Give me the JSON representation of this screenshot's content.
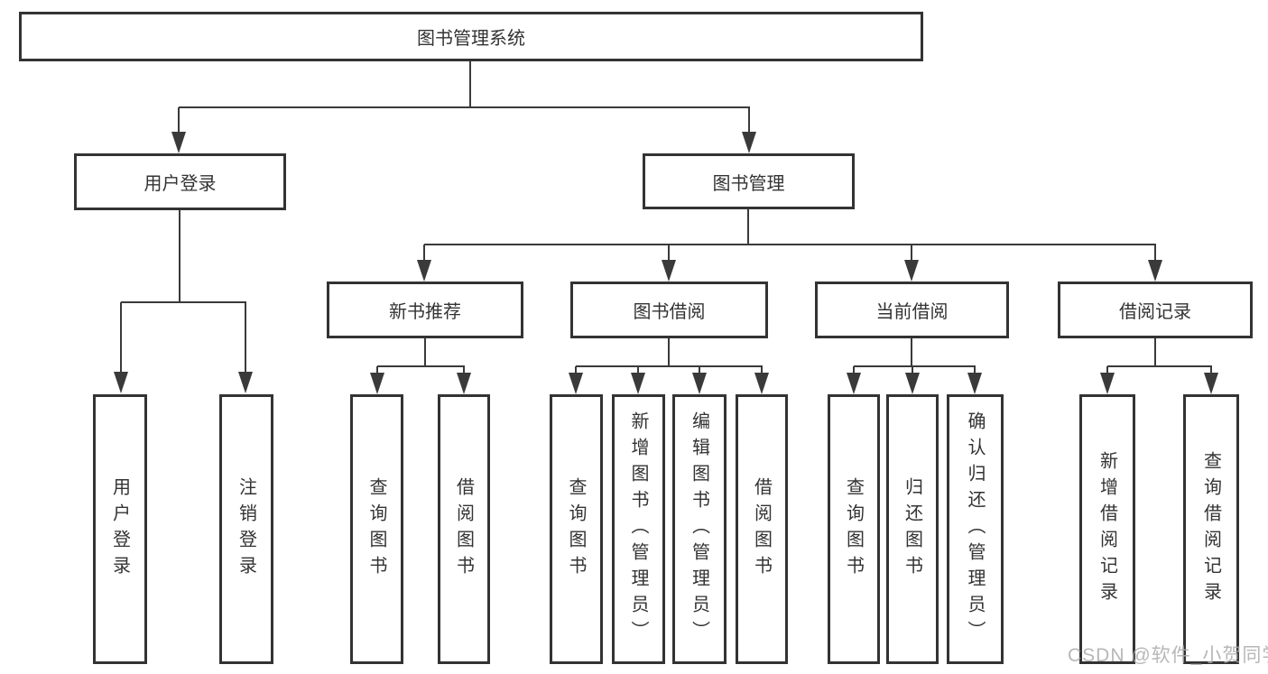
{
  "tree": {
    "root": {
      "label": "图书管理系统",
      "children": [
        {
          "label": "用户登录",
          "children": [
            {
              "label": "用户登录"
            },
            {
              "label": "注销登录"
            }
          ]
        },
        {
          "label": "图书管理",
          "children": [
            {
              "label": "新书推荐",
              "children": [
                {
                  "label": "查询图书"
                },
                {
                  "label": "借阅图书"
                }
              ]
            },
            {
              "label": "图书借阅",
              "children": [
                {
                  "label": "查询图书"
                },
                {
                  "label": "新增图书（管理员）"
                },
                {
                  "label": "编辑图书（管理员）"
                },
                {
                  "label": "借阅图书"
                }
              ]
            },
            {
              "label": "当前借阅",
              "children": [
                {
                  "label": "查询图书"
                },
                {
                  "label": "归还图书"
                },
                {
                  "label": "确认归还（管理员）"
                }
              ]
            },
            {
              "label": "借阅记录",
              "children": [
                {
                  "label": "新增借阅记录"
                },
                {
                  "label": "查询借阅记录"
                }
              ]
            }
          ]
        }
      ]
    }
  },
  "watermark": {
    "text": "CSDN @软件_小贺同学"
  },
  "colors": {
    "line": "#3a3a3a",
    "box_border": "#333333",
    "box_fill": "#ffffff",
    "text": "#333333",
    "watermark": "#ababab",
    "background": "#ffffff"
  }
}
